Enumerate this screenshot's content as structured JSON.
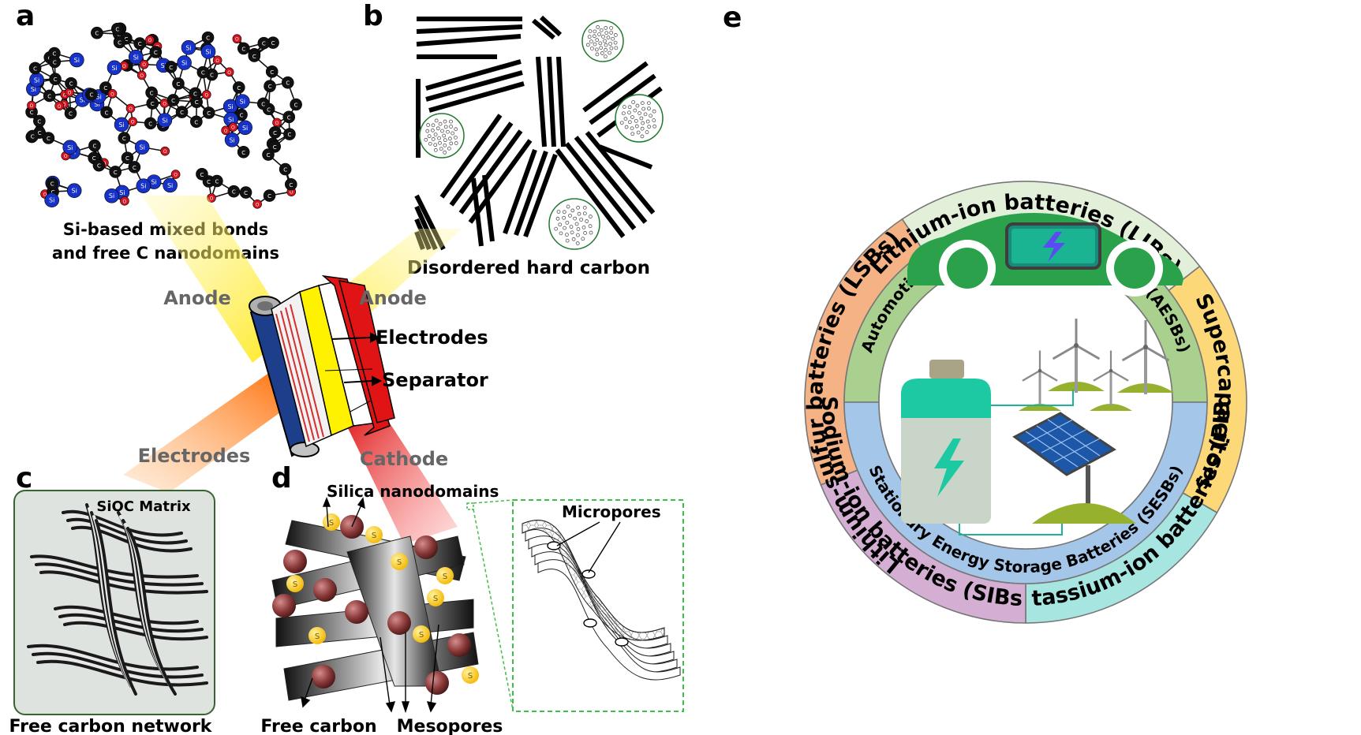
{
  "panels": {
    "a": {
      "letter": "a",
      "caption_line1": "Si-based mixed bonds",
      "caption_line2": "and free C nanodomains",
      "atom_si": "Si",
      "atom_o": "O",
      "atom_c": "C"
    },
    "b": {
      "letter": "b",
      "caption": "Disordered hard carbon"
    },
    "battery": {
      "anode_left": "Anode",
      "anode_right": "Anode",
      "electrodes_label": "Electrodes",
      "separator_label": "Separator",
      "electrodes_beam": "Electrodes",
      "cathode_beam": "Cathode"
    },
    "c": {
      "letter": "c",
      "matrix_label": "SiOC Matrix",
      "caption": "Free carbon network"
    },
    "d": {
      "letter": "d",
      "silica_label": "Silica nanodomains",
      "micropores_label": "Micropores",
      "free_carbon_label": "Free carbon",
      "mesopores_label": "Mesopores",
      "sphere_label": "S"
    },
    "e": {
      "letter": "e",
      "outer_top": "Lithium-ion batteries (LIBs)",
      "outer_right": "Supercapacitors",
      "outer_bottom_right": "Potassium-ion batteries (PIBs)",
      "outer_bottom_left": "Sodium-ion batteries (SIBs)",
      "outer_left": "Lithium-sulfur batteries (LSBs)",
      "inner_top": "Automotive Energy Storage Batteries (AESBs)",
      "inner_bottom": "Stationary Energy Storage Batteries (SESBs)"
    }
  },
  "colors": {
    "libs": "#e2efd9",
    "supercap": "#fdd878",
    "pibs": "#a6e5e0",
    "sibs": "#d5aed3",
    "lsbs": "#f5b284",
    "aesbs": "#a9d08e",
    "sesbs": "#a4c6e8",
    "car": "#2aa14a",
    "battery_top": "#1cc9a2",
    "si_atom": "#1632c8",
    "o_atom": "#d8141e",
    "c_atom": "#111111",
    "beam_yellow": "#ffe70a",
    "beam_orange": "#ff7a10",
    "beam_red": "#e8141e",
    "inset_border": "#3ec048"
  }
}
